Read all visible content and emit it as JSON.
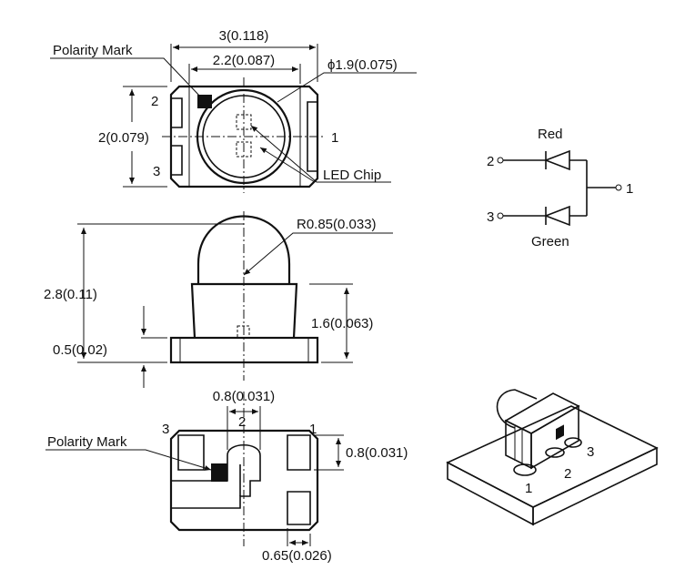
{
  "top_view": {
    "width_overall": "3(0.118)",
    "width_inner": "2.2(0.087)",
    "lens_diameter": "ϕ1.9(0.075)",
    "height": "2(0.079)",
    "polarity_mark_label": "Polarity Mark",
    "led_chip_label": "LED Chip",
    "pin_1": "1",
    "pin_2": "2",
    "pin_3": "3"
  },
  "side_view": {
    "total_height": "2.8(0.11)",
    "dome_radius": "R0.85(0.033)",
    "body_height": "1.6(0.063)",
    "base_height": "0.5(0.02)"
  },
  "bottom_view": {
    "slot_width": "0.8(0.031)",
    "pad_height": "0.8(0.031)",
    "pad_width": "0.65(0.026)",
    "polarity_mark_label": "Polarity Mark",
    "pin_1": "1",
    "pin_2": "2",
    "pin_3": "3"
  },
  "schematic": {
    "red_label": "Red",
    "green_label": "Green",
    "pin_1": "1",
    "pin_2": "2",
    "pin_3": "3"
  },
  "iso_view": {
    "pin_1": "1",
    "pin_2": "2",
    "pin_3": "3"
  }
}
